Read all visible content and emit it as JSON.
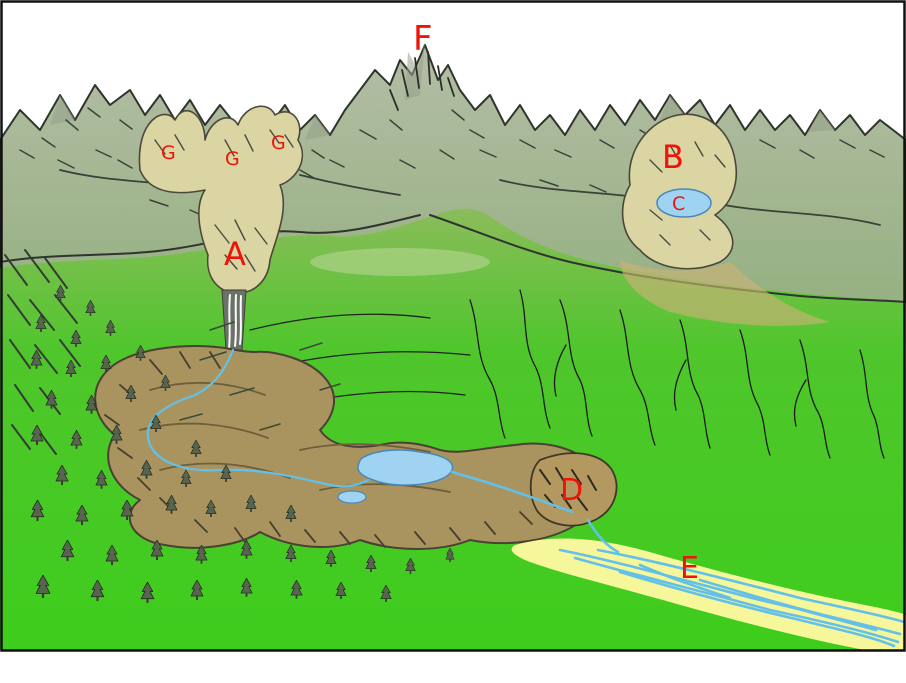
{
  "diagram": {
    "labels": [
      "F",
      "G",
      "G",
      "G",
      "A",
      "B",
      "C",
      "D",
      "E"
    ]
  },
  "palette": {
    "label": "#ef1309",
    "sky": "#ffffff",
    "rock_light": "#b4bda5",
    "rock_dark": "#8fae7a",
    "grass_light": "#8abc5a",
    "grass_mid": "#4fc62c",
    "grass_dark": "#3ecd1c",
    "ice": "#dbd5a3",
    "water": "#a0d3f2",
    "water_edge": "#4788bd",
    "stream": "#63c0e8",
    "outwash": "#f6f79a",
    "valley": "#a9945f",
    "ink": "#20241e",
    "tree": "#57654f"
  }
}
